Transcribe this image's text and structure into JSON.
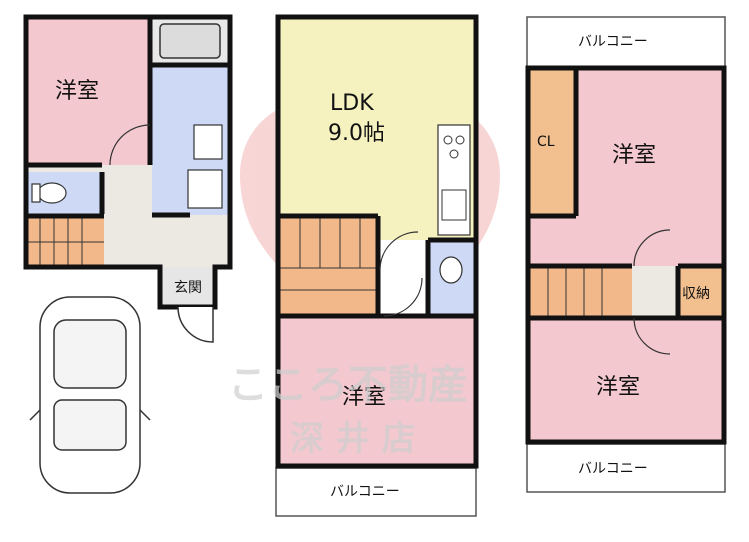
{
  "floor1": {
    "room_label": "洋室",
    "entrance_label": "玄関"
  },
  "floor2": {
    "ldk_label": "LDK",
    "ldk_size": "9.0帖",
    "room_label": "洋室",
    "balcony_label": "バルコニー"
  },
  "floor3": {
    "closet_label": "CL",
    "room_top_label": "洋室",
    "room_bottom_label": "洋室",
    "storage_label": "収納",
    "balcony_top_label": "バルコニー",
    "balcony_bottom_label": "バルコニー"
  },
  "watermark": {
    "company_name": "こころ不動産",
    "branch_name": "深 井 店"
  },
  "colors": {
    "room_pink": "#f3c8cf",
    "ldk_yellow": "#f6f2c0",
    "wet_area_blue": "#cdd9f5",
    "stairs_orange": "#f2b88a",
    "closet_orange": "#f2c08f",
    "floor_gray": "#ece8e2",
    "watermark_heart": "#f2c4c4"
  }
}
